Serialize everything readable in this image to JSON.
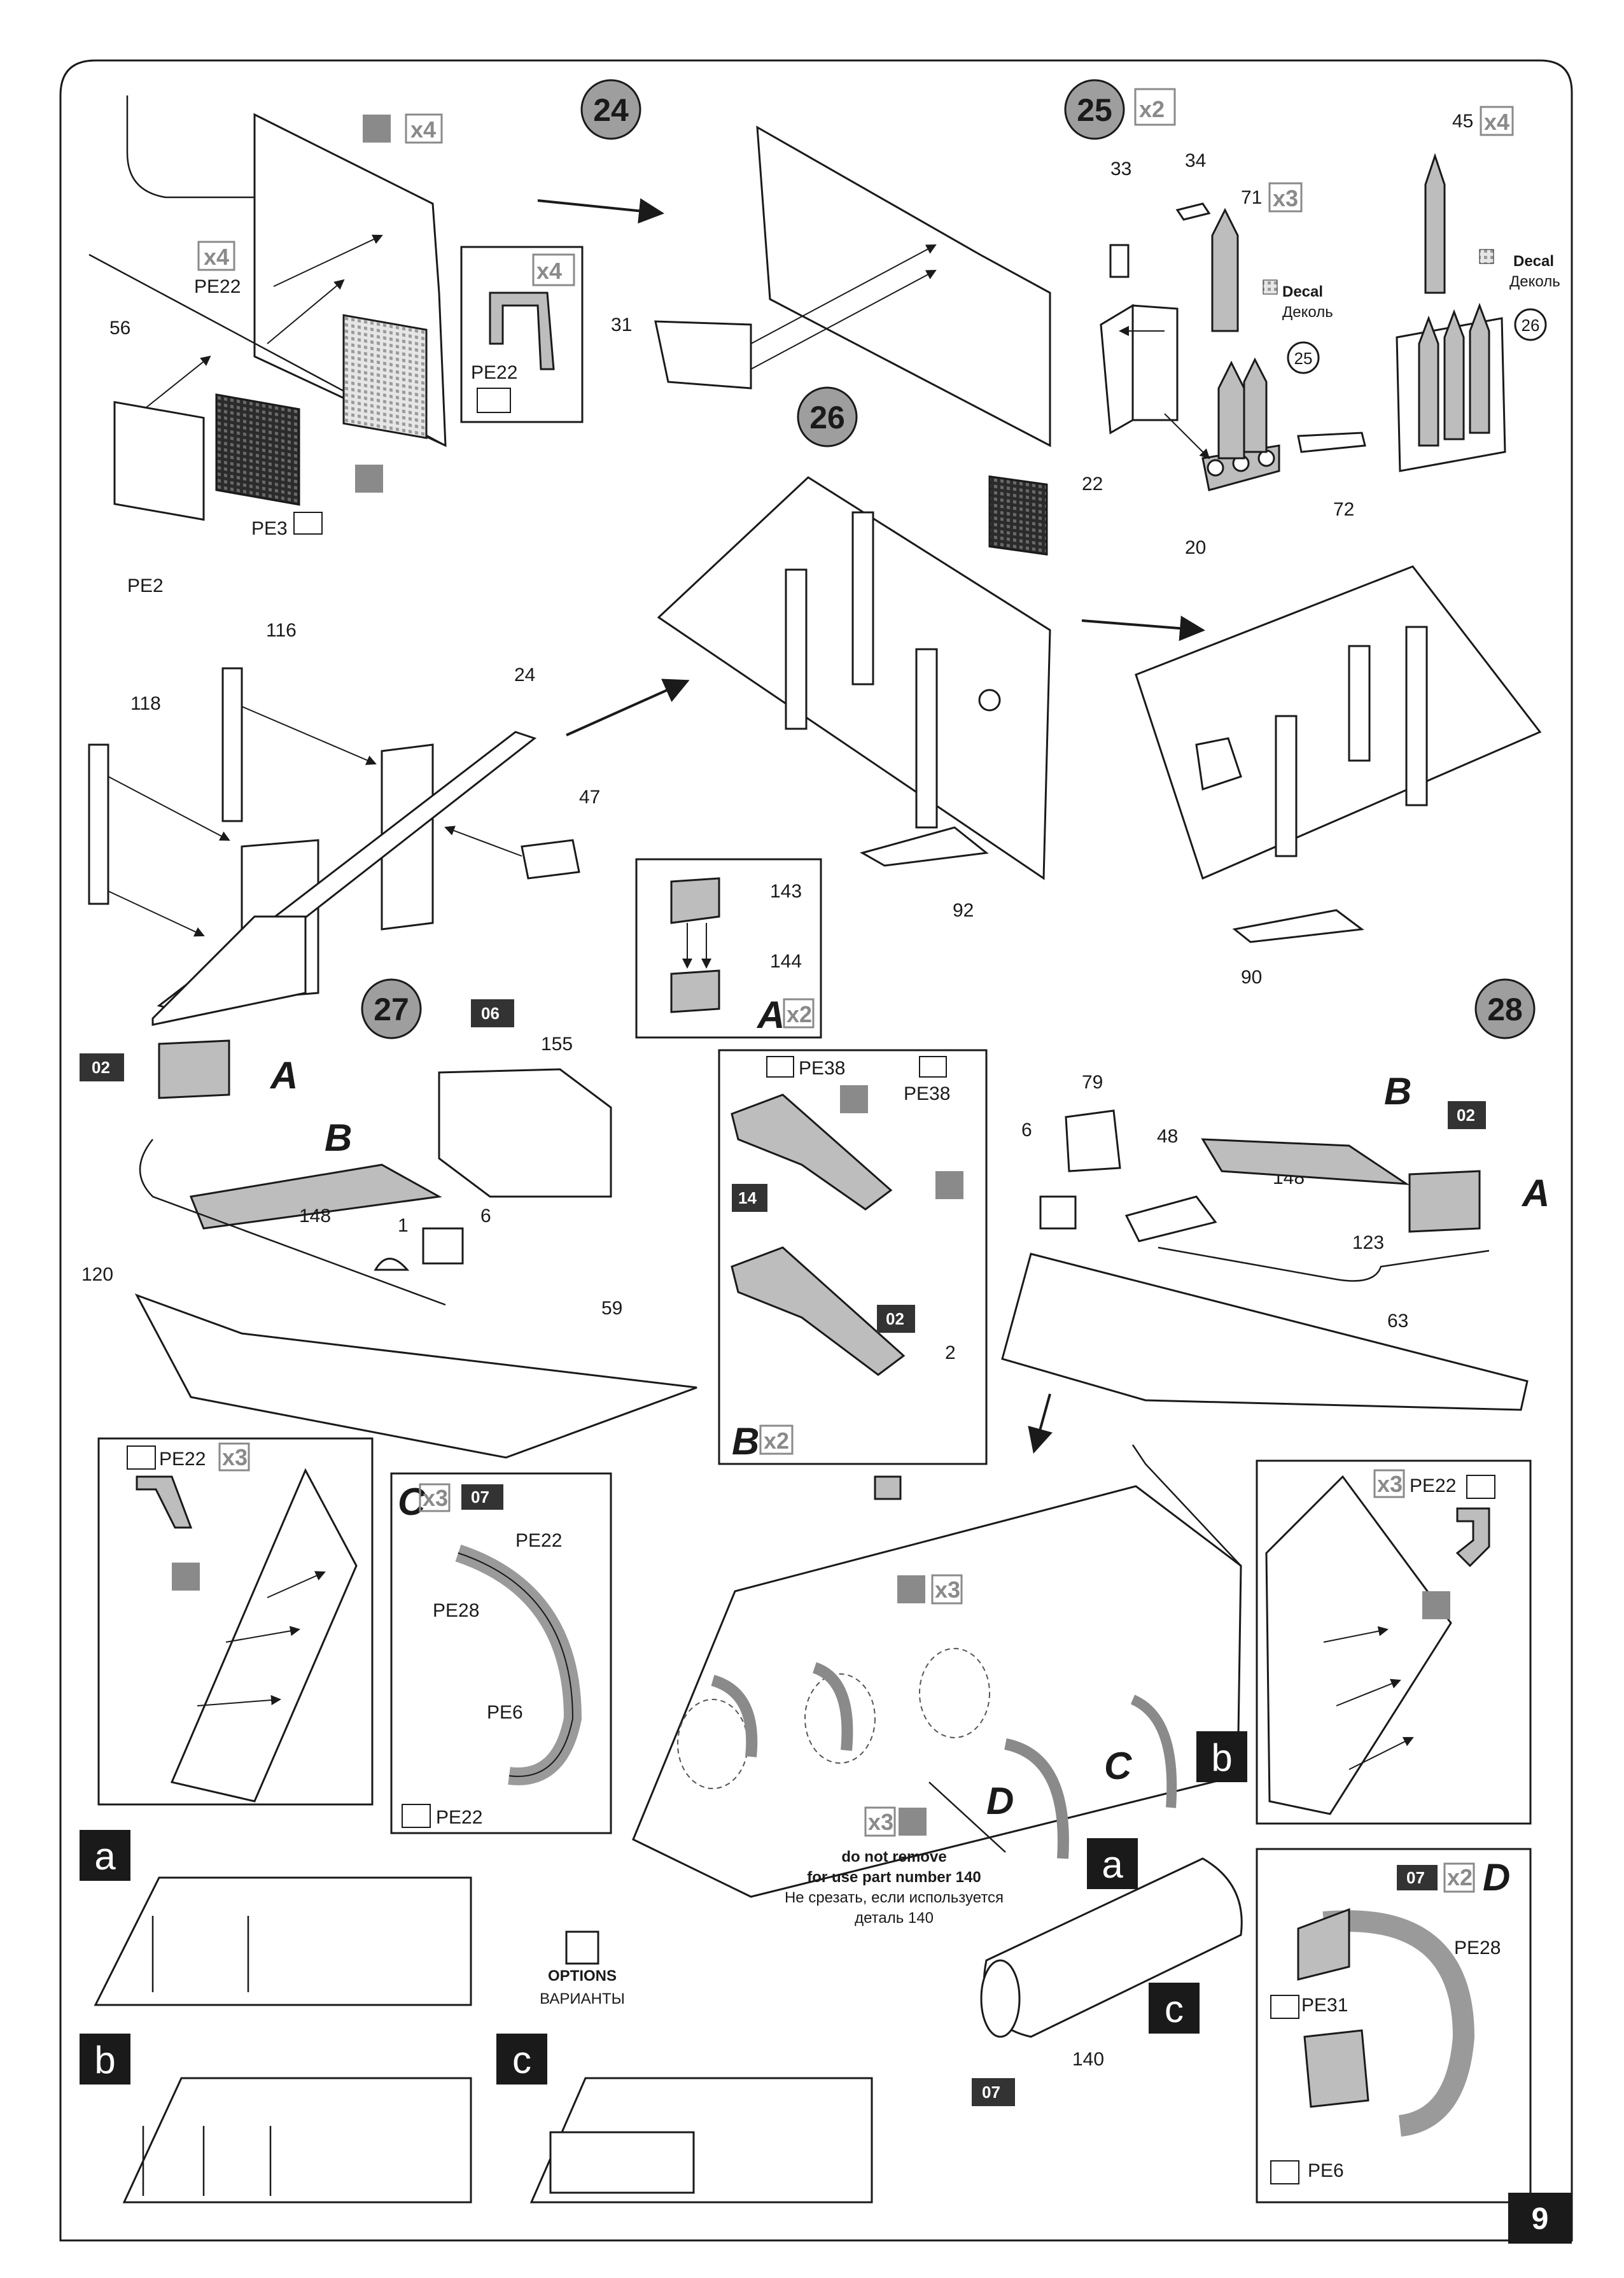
{
  "logo": "",
  "page": {
    "number": "9"
  },
  "steps": [
    {
      "number": "24"
    },
    {
      "number": "25",
      "multiplier": "x2"
    },
    {
      "number": "26"
    },
    {
      "number": "27"
    },
    {
      "number": "28"
    }
  ],
  "step24": {
    "parts": [
      "56",
      "PE22",
      "PE3",
      "PE2",
      "31",
      "PE22"
    ],
    "multipliers": [
      "x4",
      "x4",
      "x4"
    ]
  },
  "step25": {
    "parts": [
      "33",
      "34",
      "71",
      "45",
      "22",
      "20",
      "72"
    ],
    "multipliers": [
      "x3",
      "x4"
    ],
    "decal_en": "Decal",
    "decal_ru": "Деколь",
    "decal_refs": [
      "25",
      "26"
    ]
  },
  "step26": {
    "parts": [
      "116",
      "118",
      "24",
      "47",
      "92",
      "90"
    ],
    "sub_a": {
      "letter": "A",
      "multiplier": "x2",
      "parts": [
        "143",
        "144"
      ]
    }
  },
  "step27": {
    "parts": [
      "155",
      "120",
      "148",
      "1",
      "6",
      "59"
    ],
    "paints": [
      "02",
      "06"
    ],
    "letters": [
      "A",
      "B"
    ],
    "inset_pe22": {
      "part": "PE22",
      "multiplier": "x3"
    }
  },
  "sub_b": {
    "letter": "B",
    "multiplier": "x2",
    "parts": [
      "PE38",
      "PE38",
      "2"
    ],
    "paints": [
      "14",
      "02"
    ]
  },
  "sub_c": {
    "letter": "C",
    "multiplier": "x3",
    "paint": "07",
    "parts": [
      "PE22",
      "PE28",
      "PE6",
      "PE22"
    ]
  },
  "step28": {
    "parts": [
      "79",
      "48",
      "6",
      "148",
      "123",
      "63"
    ],
    "paints": [
      "02"
    ],
    "letters": [
      "B",
      "A"
    ],
    "inset_pe22": {
      "part": "PE22",
      "multiplier": "x3"
    }
  },
  "hull_side": {
    "multipliers": [
      "x3",
      "x3"
    ],
    "letters": [
      "C",
      "D"
    ],
    "option_tags": [
      "b",
      "a",
      "c"
    ],
    "note_en_1": "do not remove",
    "note_en_2": "for use part number  140",
    "note_ru_1": "Не срезать, если используется",
    "note_ru_2": "деталь 140",
    "part": "140",
    "paint": "07"
  },
  "sub_d": {
    "letter": "D",
    "paint": "07",
    "multiplier": "x2",
    "parts": [
      "PE28",
      "PE31",
      "PE6"
    ]
  },
  "options": {
    "title_en": "OPTIONS",
    "title_ru": "ВАРИАНТЫ",
    "letters": [
      "a",
      "b",
      "c"
    ]
  },
  "colors": {
    "ink": "#1a1a1a",
    "part_grey": "#bdbdbd",
    "badge_grey": "#8a8a8a",
    "step_bubble": "#9e9e9e"
  }
}
